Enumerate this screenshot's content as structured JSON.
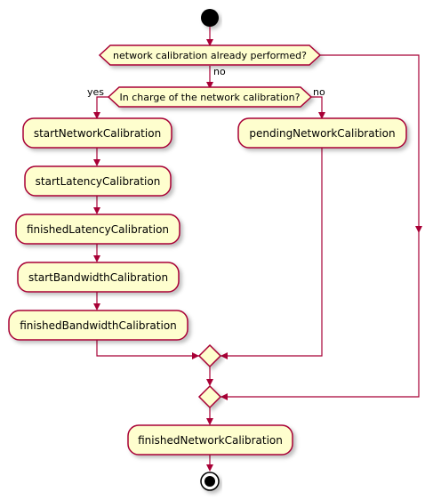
{
  "diagram": {
    "decisions": {
      "already_performed": "network calibration already performed?",
      "in_charge": "In charge of the network calibration?"
    },
    "branch_labels": {
      "no_top": "no",
      "yes": "yes",
      "no_right": "no"
    },
    "activities": {
      "start_network": "startNetworkCalibration",
      "start_latency": "startLatencyCalibration",
      "finished_latency": "finishedLatencyCalibration",
      "start_bandwidth": "startBandwidthCalibration",
      "finished_bandwidth": "finishedBandwidthCalibration",
      "pending_network": "pendingNetworkCalibration",
      "finished_network": "finishedNetworkCalibration"
    },
    "colors": {
      "fill": "#FEFECE",
      "stroke": "#A80036"
    }
  }
}
